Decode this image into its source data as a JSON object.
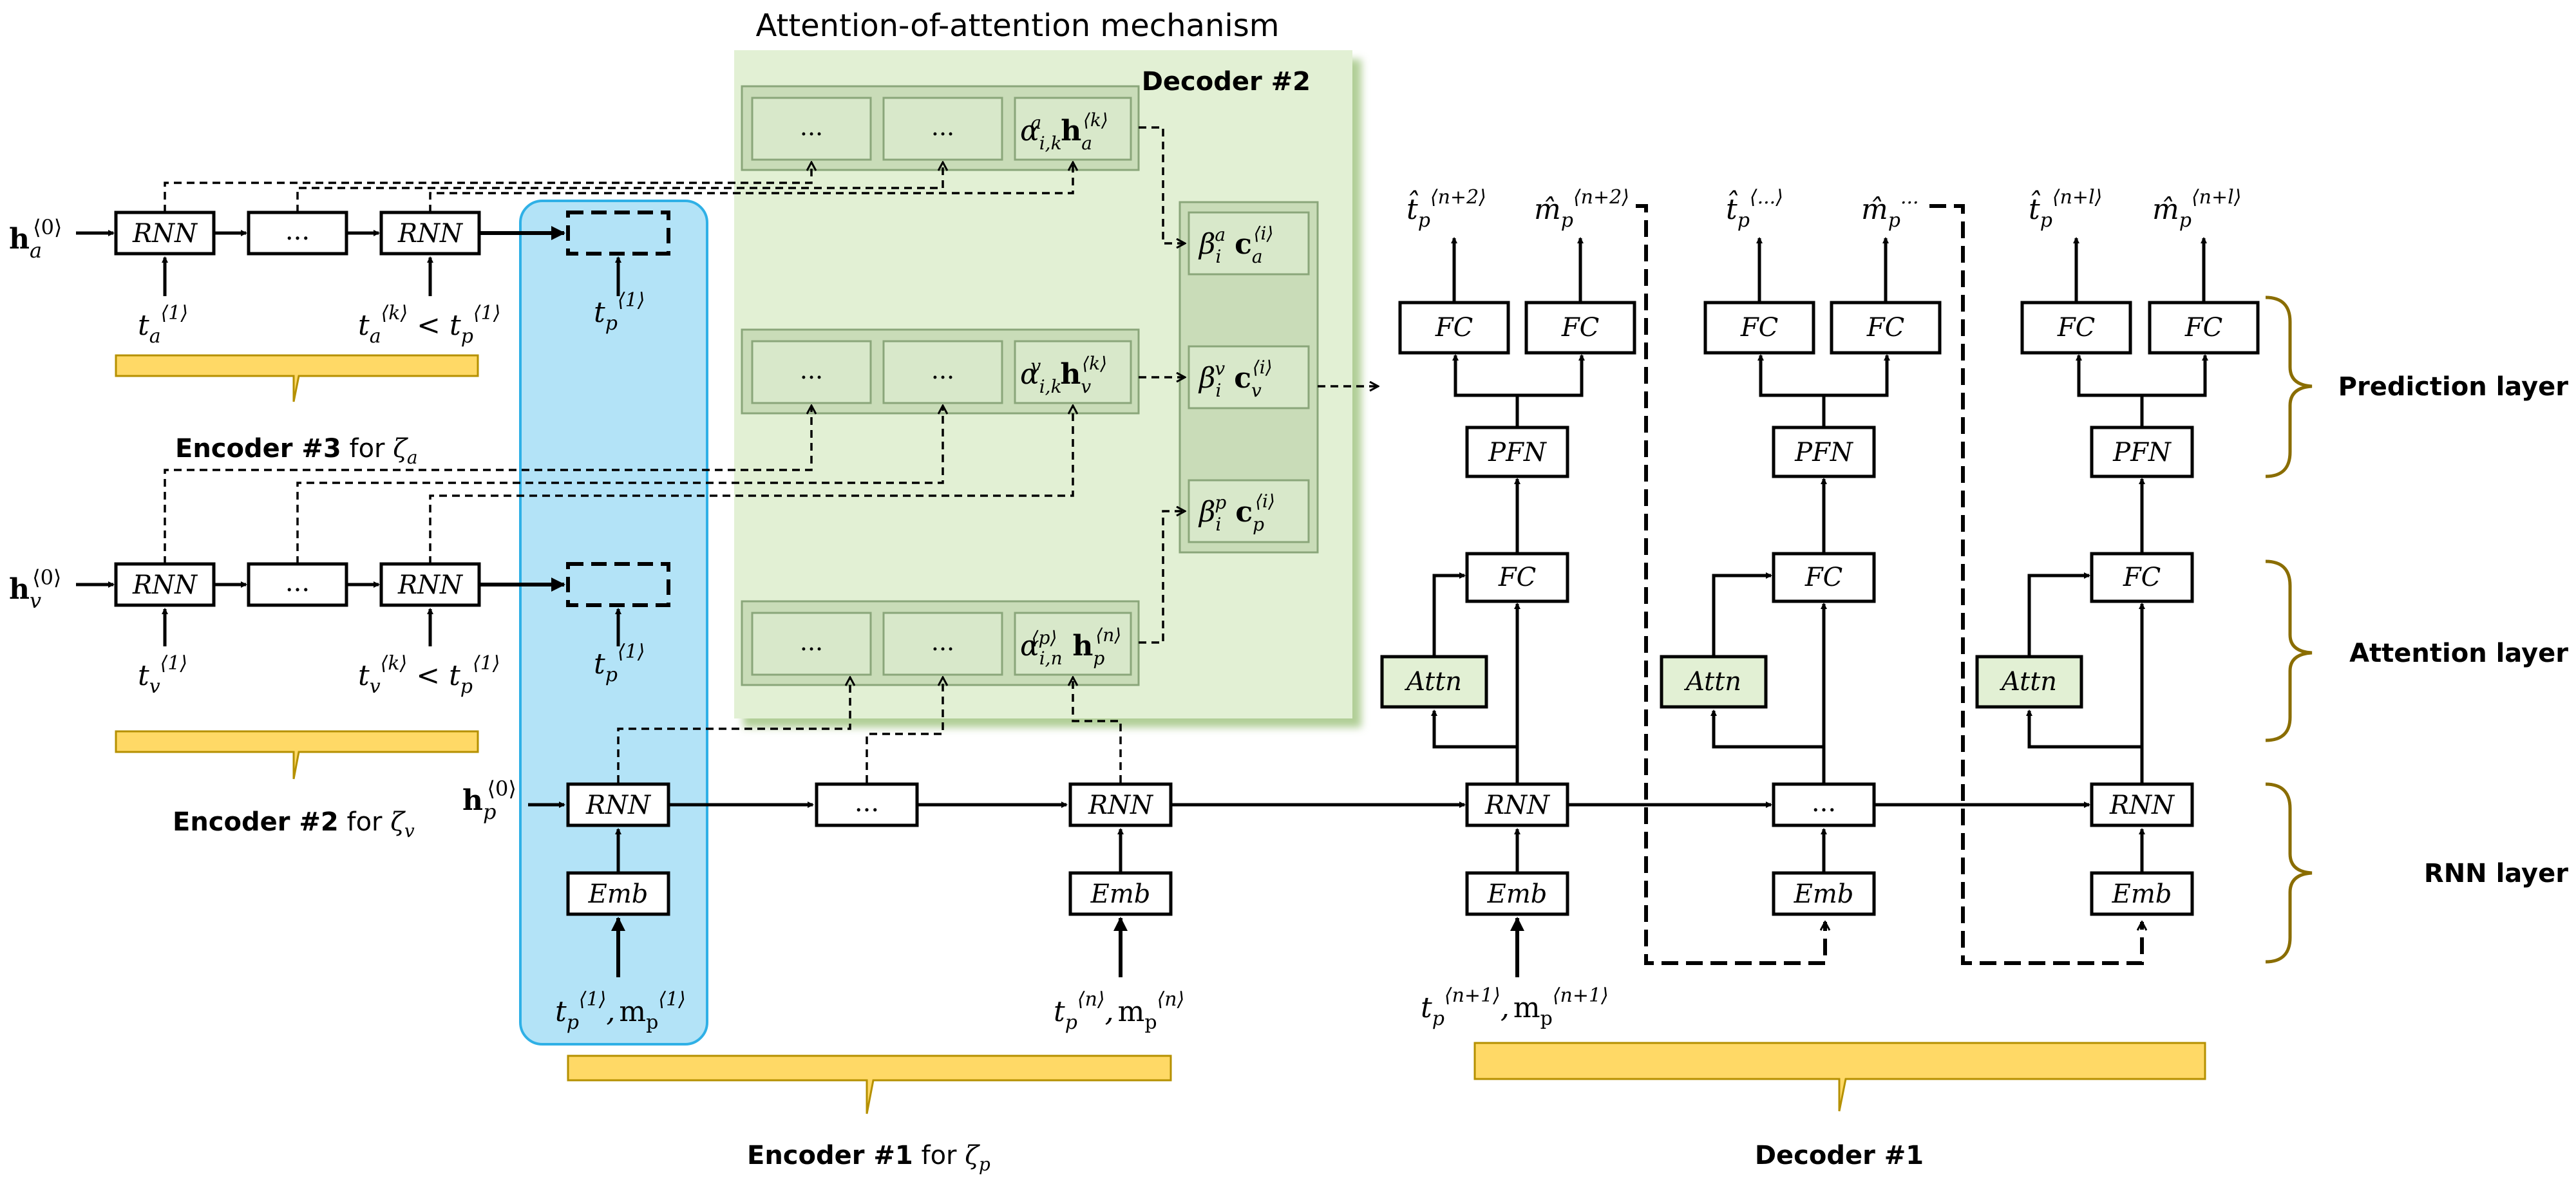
{
  "title": "Attention-of-attention mechanism",
  "decoder2_label": "Decoder #2",
  "decoder1_label": "Decoder #1",
  "encoders": {
    "enc1": {
      "name": "Encoder #1",
      "suffix": " for ",
      "var": "ζ",
      "sub": "p"
    },
    "enc2": {
      "name": "Encoder #2",
      "suffix": " for ",
      "var": "ζ",
      "sub": "v"
    },
    "enc3": {
      "name": "Encoder #3",
      "suffix": " for ",
      "var": "ζ",
      "sub": "a"
    }
  },
  "layers": {
    "prediction": "Prediction layer",
    "attention": "Attention layer",
    "rnn": "RNN layer"
  },
  "blocks": {
    "rnn": "RNN",
    "emb": "Emb",
    "fc": "FC",
    "pfn": "PFN",
    "attn": "Attn",
    "dots": "..."
  },
  "math": {
    "h": "h",
    "h0": "⟨0⟩",
    "a": "a",
    "v": "v",
    "p": "p",
    "t": "t",
    "sup1": "⟨1⟩",
    "supk": "⟨k⟩",
    "supn": "⟨n⟩",
    "supn1": "⟨n+1⟩",
    "supn2": "⟨n+2⟩",
    "supnl": "⟨n+l⟩",
    "supdots": "⟨...⟩",
    "supi": "⟨i⟩",
    "suppp": "⟨p⟩",
    "m_roman": "m",
    "lt": " < ",
    "comma": ",",
    "alpha": "α",
    "beta": "β",
    "c": "c",
    "ik": "i,k",
    "in": "i,n",
    "i": "i",
    "that": "t̂",
    "mhat": "m̂",
    "mdots": "...",
    "p_roman": "p"
  }
}
